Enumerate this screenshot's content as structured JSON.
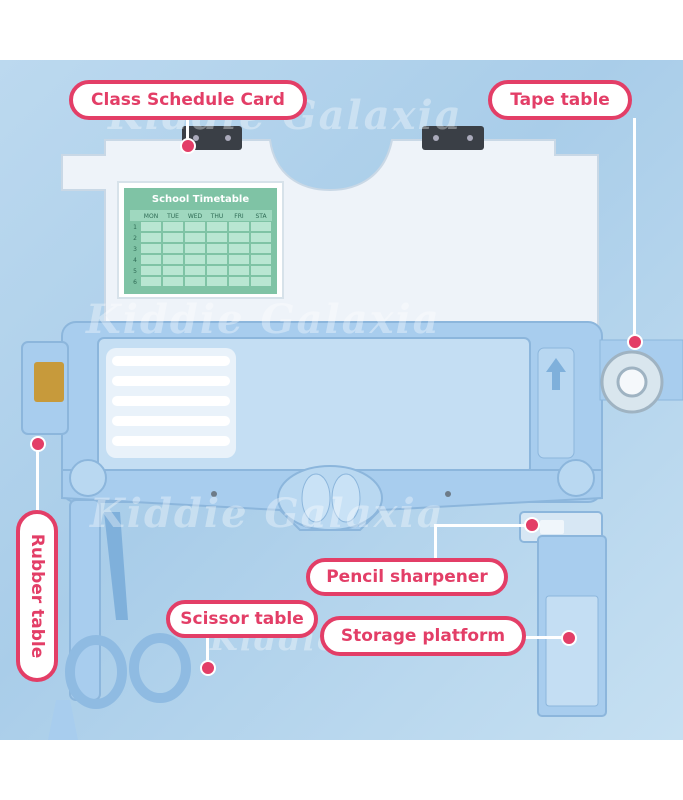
{
  "labels": {
    "class_schedule_card": "Class Schedule Card",
    "tape_table": "Tape table",
    "rubber_table": "Rubber table",
    "pencil_sharpener": "Pencil sharpener",
    "scissor_table": "Scissor table",
    "storage_platform": "Storage platform"
  },
  "timetable": {
    "title": "School Timetable",
    "days": [
      "MON",
      "TUE",
      "WED",
      "THU",
      "FRI",
      "STA"
    ],
    "rows": [
      "1",
      "2",
      "3",
      "4",
      "5",
      "6"
    ]
  },
  "watermark": "Kiddie Galaxia",
  "colors": {
    "accent": "#e33e67",
    "case_blue": "#a8cdee",
    "background": "#b8d8ef"
  }
}
